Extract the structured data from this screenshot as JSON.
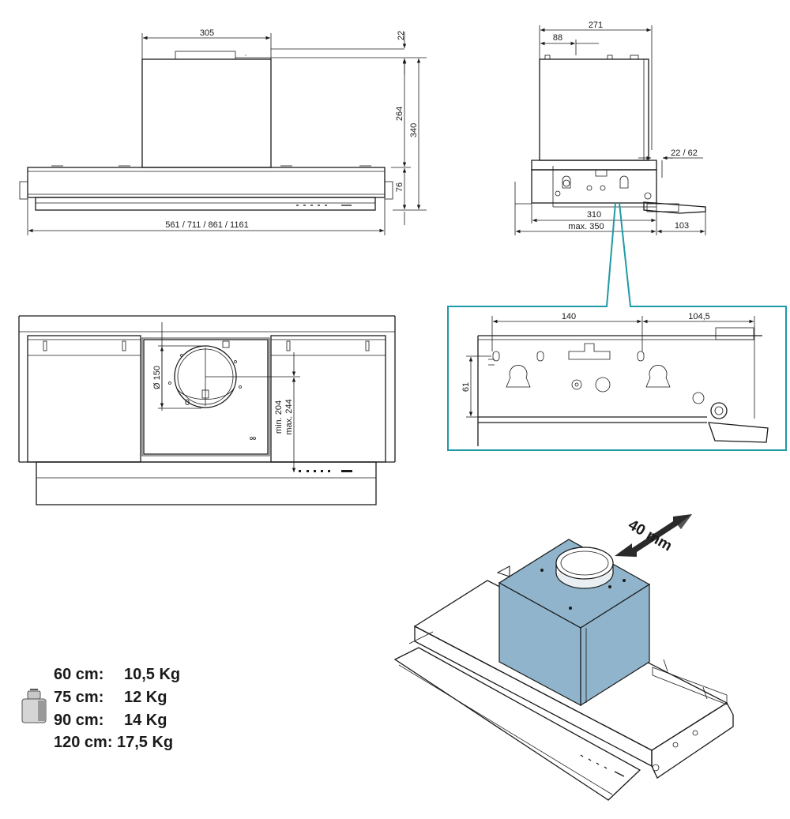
{
  "colors": {
    "callout": "#1f9aa6",
    "box_fill": "#8fb4cc",
    "line": "#1a1a1a"
  },
  "front_view": {
    "dim_top_width": "305",
    "dim_top_gap": "22",
    "dim_chimney_height": "264",
    "dim_total_height": "340",
    "dim_body_height": "76",
    "dim_total_width": "561 / 711 / 861 / 1161"
  },
  "side_view": {
    "dim_total_depth": "271",
    "dim_offset": "88",
    "dim_visor": "22 / 62",
    "dim_body_depth": "310",
    "dim_max_depth": "max. 350",
    "dim_extension": "103"
  },
  "detail_view": {
    "dim_hole_spacing": "140",
    "dim_right_offset": "104,5",
    "dim_height": "61"
  },
  "bottom_view": {
    "dim_diameter": "Ø 150",
    "dim_min": "min. 204",
    "dim_max": "max. 244",
    "zero_mark": "0"
  },
  "iso_view": {
    "arrow_label": "40 mm",
    "weight_icon": "weight-icon"
  },
  "weights": [
    {
      "size": "60 cm:",
      "weight": "10,5 Kg"
    },
    {
      "size": "75 cm:",
      "weight": "12 Kg"
    },
    {
      "size": "90 cm:",
      "weight": "14 Kg"
    },
    {
      "size": "120 cm:",
      "weight": "17,5 Kg"
    }
  ]
}
